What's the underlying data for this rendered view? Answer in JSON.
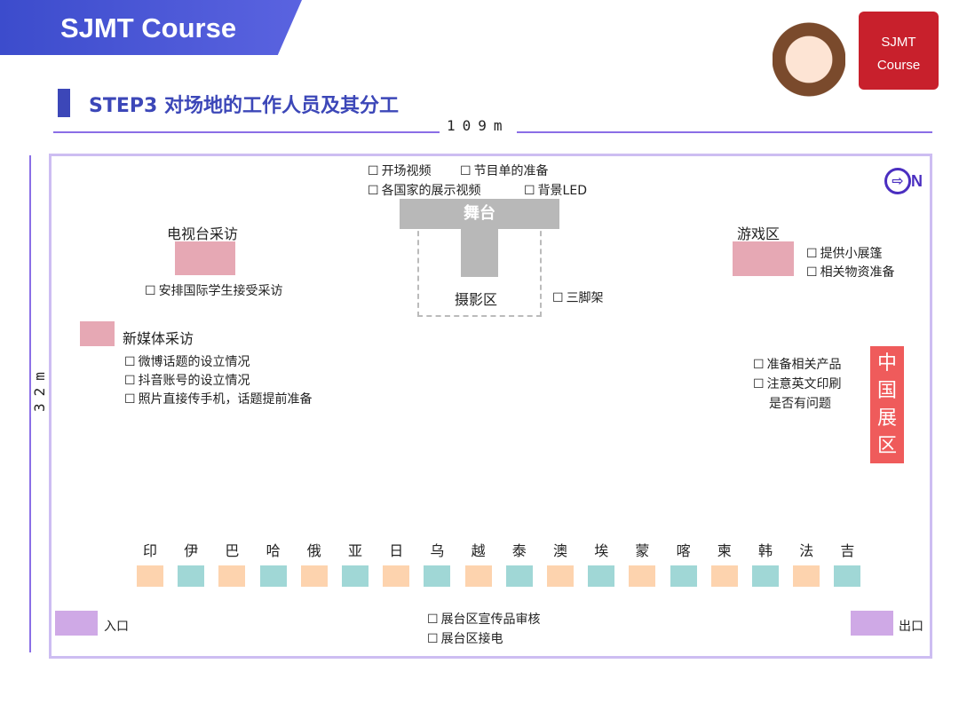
{
  "header": {
    "brand": "SJMT Course",
    "logo_line1": "SJMT",
    "logo_line2": "Course",
    "step_title": "STEP3 对场地的工作人员及其分工"
  },
  "dimensions": {
    "width": "109m",
    "height": "32m"
  },
  "compass": {
    "label": "N"
  },
  "stage": {
    "label": "舞台",
    "tasks": [
      "开场视频",
      "节目单的准备",
      "各国家的展示视频",
      "背景LED"
    ]
  },
  "photo_area": {
    "label": "摄影区",
    "tasks": [
      "三脚架"
    ]
  },
  "tv": {
    "label": "电视台采访",
    "tasks": [
      "安排国际学生接受采访"
    ]
  },
  "new_media": {
    "label": "新媒体采访",
    "tasks": [
      "微博话题的设立情况",
      "抖音账号的设立情况",
      "照片直接传手机，话题提前准备"
    ]
  },
  "game": {
    "label": "游戏区",
    "tasks": [
      "提供小展篷",
      "相关物资准备"
    ]
  },
  "china": {
    "label": "中国展区",
    "tasks": [
      "准备相关产品",
      "注意英文印刷",
      "是否有问题"
    ]
  },
  "countries": [
    "印",
    "伊",
    "巴",
    "哈",
    "俄",
    "亚",
    "日",
    "乌",
    "越",
    "泰",
    "澳",
    "埃",
    "蒙",
    "喀",
    "柬",
    "韩",
    "法",
    "吉"
  ],
  "booth_tasks": [
    "展台区宣传品审核",
    "展台区接电"
  ],
  "entrance": "入口",
  "exit": "出口",
  "colors": {
    "accent": "#3c47b8",
    "logo": "#c8202c",
    "border": "#cdbdf2"
  }
}
